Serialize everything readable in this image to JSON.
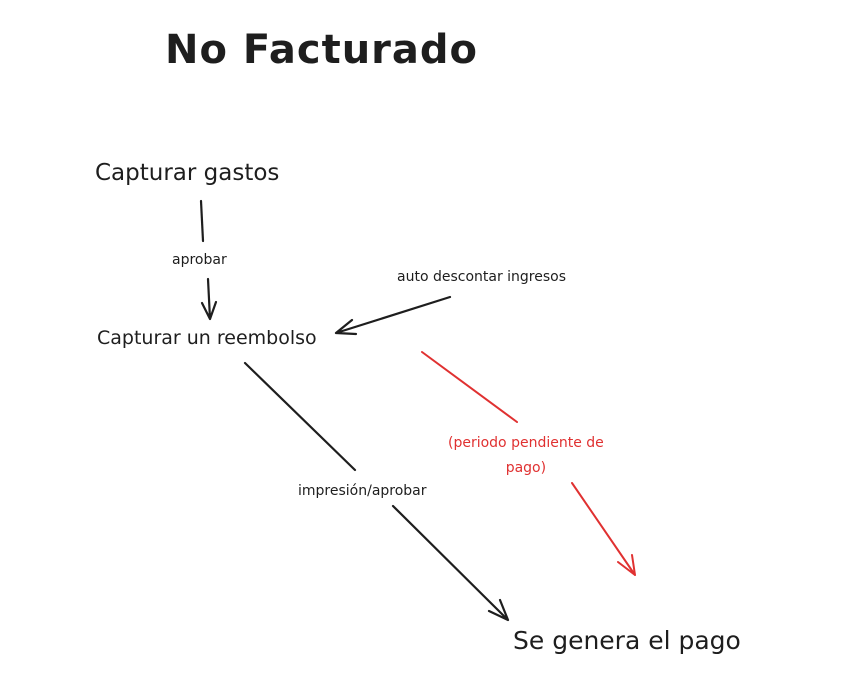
{
  "title": "No Facturado",
  "nodes": {
    "capturar_gastos": "Capturar gastos",
    "capturar_reembolso": "Capturar un reembolso",
    "genera_pago": "Se genera el pago"
  },
  "edges": {
    "aprobar": "aprobar",
    "auto_descontar": "auto descontar ingresos",
    "impresion_aprobar": "impresión/aprobar",
    "periodo_line1": "(periodo pendiente de",
    "periodo_line2": "pago)"
  },
  "colors": {
    "ink": "#1e1e1e",
    "accent": "#e03131"
  }
}
